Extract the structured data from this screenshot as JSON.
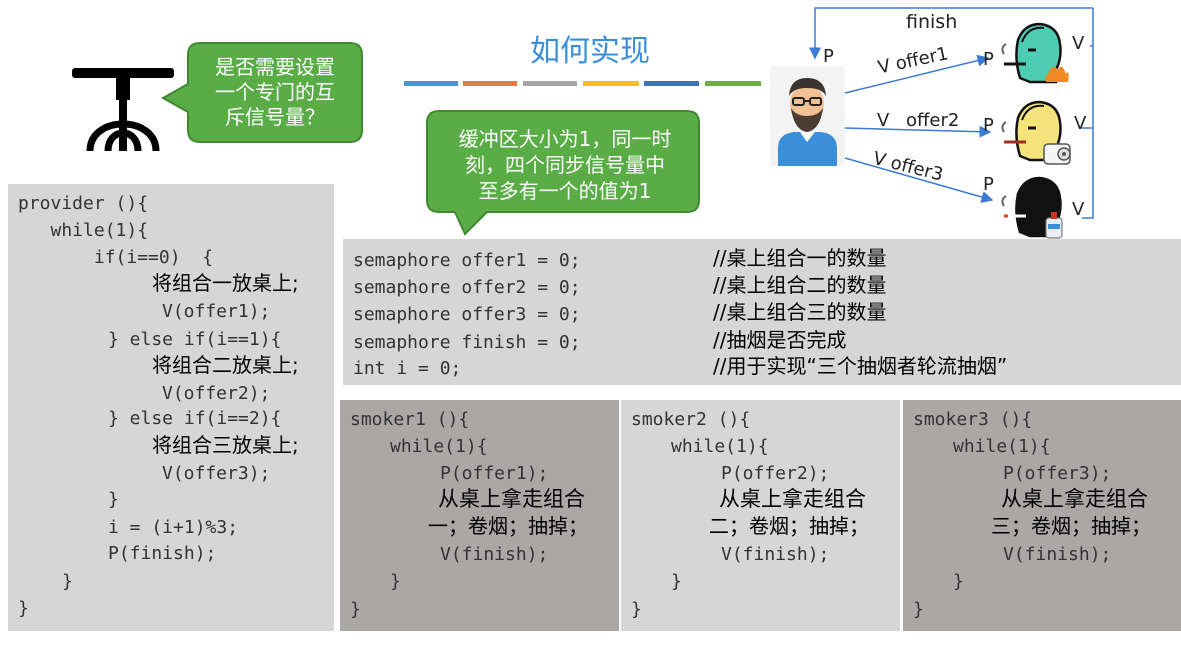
{
  "title": "如何实现",
  "colors": {
    "accent_title": "#3a8fd8",
    "bubble_green": "#5aad46",
    "code_bg_light": "#d6d6d6",
    "code_bg_dark": "#aaa7a6",
    "bars": [
      "#4f93cf",
      "#e37d3a",
      "#a5a5a5",
      "#f7bf1f",
      "#3f6fc4",
      "#6fad47"
    ]
  },
  "bubble_mutex": {
    "lines": [
      "是否需要设置",
      "一个专门的互",
      "斥信号量？"
    ]
  },
  "bubble_buffer": {
    "lines": [
      "缓冲区大小为1，同一时",
      "刻，四个同步信号量中",
      "至多有一个的值为1"
    ]
  },
  "diagram": {
    "finish": "finish",
    "p_provider": "P",
    "offer1": "V offer1",
    "offer2_v": "V",
    "offer2": "offer2",
    "offer3": "V offer3",
    "p1": "P",
    "p2": "P",
    "p3": "P",
    "v1": "V",
    "v2": "V",
    "v3": "V"
  },
  "provider": {
    "lines": [
      "provider (){",
      "   while(1){",
      "       if(i==0)  {",
      "将组合一放桌上;",
      "V(offer1);",
      "} else if(i==1){",
      "将组合二放桌上;",
      "V(offer2);",
      "} else if(i==2){",
      "将组合三放桌上;",
      "V(offer3);",
      "}",
      "i = (i+1)%3;",
      "P(finish);",
      "}",
      "}"
    ]
  },
  "semaphores": {
    "lines": [
      {
        "code": "semaphore offer1 = 0;",
        "comment": "//桌上组合一的数量"
      },
      {
        "code": "semaphore offer2 = 0;",
        "comment": "//桌上组合二的数量"
      },
      {
        "code": "semaphore offer3 = 0;",
        "comment": "//桌上组合三的数量"
      },
      {
        "code": "semaphore finish = 0;",
        "comment": "//抽烟是否完成"
      },
      {
        "code": "int i = 0;",
        "comment": "//用于实现“三个抽烟者轮流抽烟”"
      }
    ]
  },
  "smokers": [
    {
      "lines": [
        "smoker1 (){",
        "while(1){",
        "P(offer1);",
        "从桌上拿走组合",
        "一；卷烟；抽掉；",
        "V(finish);",
        "}",
        "}"
      ]
    },
    {
      "lines": [
        "smoker2 (){",
        "while(1){",
        "P(offer2);",
        "从桌上拿走组合",
        "二；卷烟；抽掉；",
        "V(finish);",
        "}",
        "}"
      ]
    },
    {
      "lines": [
        "smoker3 (){",
        "while(1){",
        "P(offer3);",
        "从桌上拿走组合",
        "三；卷烟；抽掉；",
        "V(finish);",
        "}",
        "}"
      ]
    }
  ]
}
